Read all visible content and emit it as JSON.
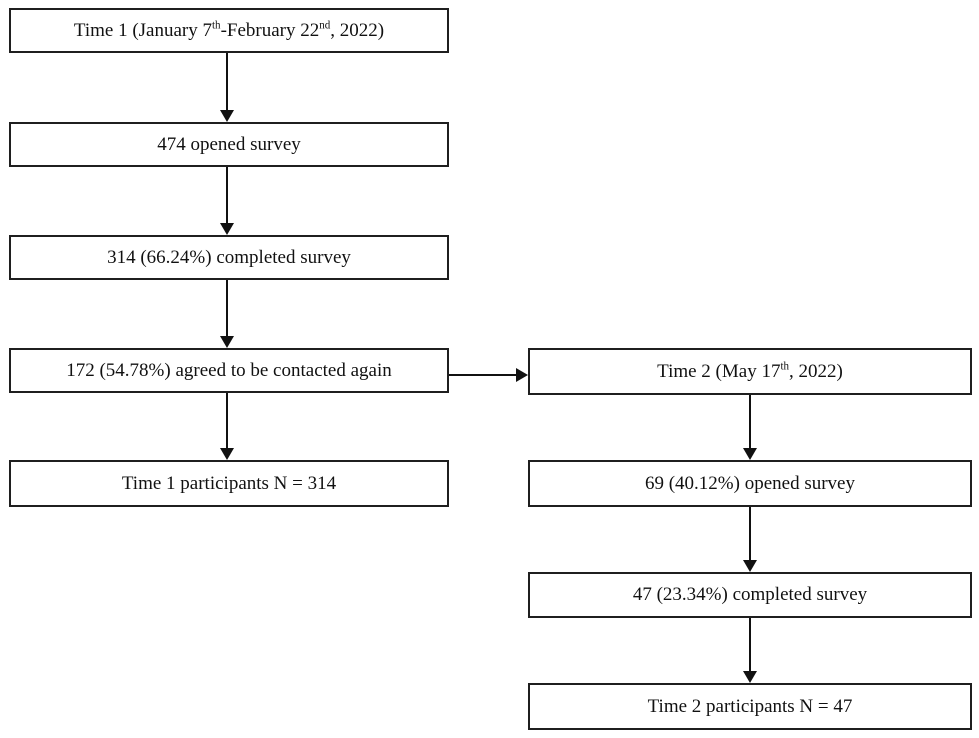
{
  "colors": {
    "box_border": "#1f1f1f",
    "box_fill": "#ffffff",
    "arrow": "#111111",
    "text": "#111111",
    "background": "#ffffff"
  },
  "flow": {
    "time1": {
      "header_parts": {
        "p0": "Time 1 (January 7",
        "s0": "th",
        "p1": "-February 22",
        "s1": "nd",
        "p2": ", 2022)"
      },
      "opened": "474 opened survey",
      "completed": "314 (66.24%) completed survey",
      "agreed": "172 (54.78%) agreed to be contacted again",
      "participants": "Time 1 participants N = 314"
    },
    "time2": {
      "header_parts": {
        "p0": "Time 2 (May 17",
        "s0": "th",
        "p1": ", 2022)"
      },
      "opened": "69 (40.12%) opened survey",
      "completed": "47 (23.34%) completed survey",
      "participants": "Time 2 participants N = 47"
    }
  }
}
